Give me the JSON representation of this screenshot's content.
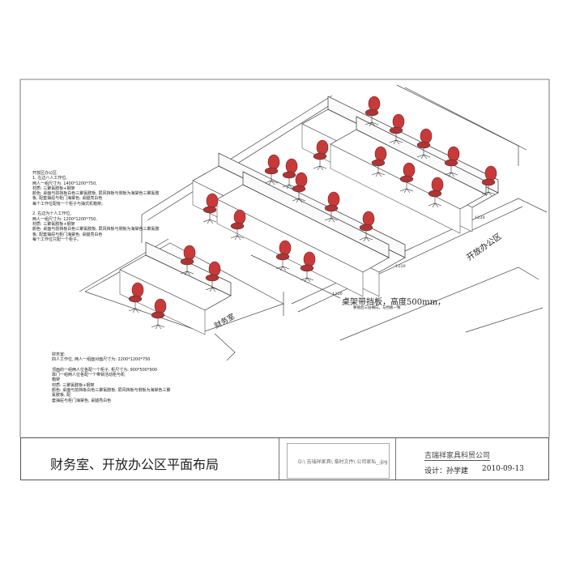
{
  "title_block": {
    "title": "财务室、开放办公区平面布局",
    "image_path": "D:\\ 吉瑞祥家具\\ 临时文件\\ 公司家私_.jpg",
    "company": "吉瑞祥家具科贸公司",
    "designer": "设计：孙学建",
    "date": "2010-09-13"
  },
  "labels": {
    "panel_note": "桌架带挡板，高度500mm，",
    "panel_subnote": "要接后三层横向，与挡板一致",
    "open_office": "开放办公区",
    "finance_room": "财务室"
  },
  "notes": {
    "open_office": "开放区办公区:\n1. 左边八人工作位,\n两人一组尺寸为: 1400*1200*750,\n材质: 三聚氰胺板+钢架\n颜色: 桌面与前挡板白色三聚氰胺板, 屏风挡板与侧板为海棠色三聚氰胺板, 配套抽屉与柜门海棠色, 桌腿亮白色\n每个工作位配有一个柜子与抽式机箱架。\n\n2. 右边为十人工作位,\n两人一组尺寸为: 1200*1200*750,\n材质: 三聚氰胺板+钢架\n颜色: 桌面与前挡板白色三聚氰胺板, 屏风挡板与侧板为海棠色三聚氰胺板, 配套抽屉与柜门海棠色, 桌腿亮白色\n每个工作位只配一个柜子。",
    "finance": "财务室:\n四人工作位, 两人一组面对面尺寸为: 2200*1200*750\n\n顶面的一组两人位各配一个柜子, 柜尺寸为: 900*500*900\n靠门一组两人位各配一个带锁活动柜与机\n箱架\n材质: 三聚氰胺板+钢架\n颜色: 桌面与前挡板白色三聚氰胺板, 屏风挡板与侧板为海棠色三聚氰胺板, 配\n套抽屉与柜门海棠色, 桌腿亮白色"
  },
  "dimensions": [
    "1220",
    "1220",
    "1220"
  ],
  "colors": {
    "chair": "#c83a3a",
    "line": "#333333"
  }
}
